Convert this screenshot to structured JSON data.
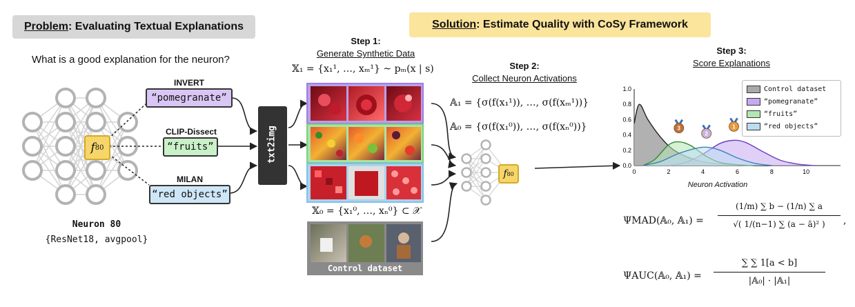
{
  "problem": {
    "label": "Problem",
    "text": ": Evaluating Textual Explanations"
  },
  "solution": {
    "label": "Solution",
    "text": ": Estimate Quality with CoSy Framework"
  },
  "question": "What is a good explanation for the neuron?",
  "neuron": {
    "symbol": "f",
    "subscript": "80",
    "name": "Neuron 80",
    "model": "{ResNet18, avgpool}"
  },
  "explanations": [
    {
      "method": "INVERT",
      "text": "“pomegranate”",
      "color": "#d9c6f5"
    },
    {
      "method": "CLIP-Dissect",
      "text": "“fruits”",
      "color": "#c9f0c9"
    },
    {
      "method": "MILAN",
      "text": "“red objects”",
      "color": "#cfe6f7"
    }
  ],
  "txt2img_label": "txt2img",
  "step1": {
    "title": "Step 1:",
    "subtitle": "Generate Synthetic Data",
    "formula": "𝕏₁ = {x₁¹, …, xₘ¹} ~ pₘ(x | s)",
    "formula_control": "𝕏₀ = {x₁⁰, …, xₙ⁰} ⊂ 𝒳",
    "control_label": "Control dataset"
  },
  "step2": {
    "title": "Step 2:",
    "subtitle": "Collect Neuron Activations",
    "formula_a1": "𝔸₁ = {σ(f(x₁¹)), …, σ(f(xₘ¹))}",
    "formula_a0": "𝔸₀ = {σ(f(x₁⁰)), …, σ(f(xₙ⁰))}"
  },
  "step3": {
    "title": "Step 3:",
    "subtitle": "Score Explanations",
    "psi_mad_lhs": "ΨMAD(𝔸₀, 𝔸₁) =",
    "psi_mad_num": "(1/m) ∑ b − (1/n) ∑ a",
    "psi_mad_den": "√( 1/(n−1) ∑ (a − ā)² )",
    "psi_auc_lhs": "ΨAUC(𝔸₀, 𝔸₁) =",
    "psi_auc_num": "∑ ∑ 1[a < b]",
    "psi_auc_den": "|𝔸₀| · |𝔸₁|"
  },
  "chart_data": {
    "type": "area",
    "xlabel": "Neuron Activation",
    "ylabel": "",
    "xlim": [
      0,
      12
    ],
    "ylim": [
      0,
      1.0
    ],
    "xticks": [
      0,
      2,
      4,
      6,
      8,
      10
    ],
    "yticks": [
      0.0,
      0.2,
      0.4,
      0.6,
      0.8,
      1.0
    ],
    "series": [
      {
        "name": "Control dataset",
        "color": "#a9a9a9",
        "x": [
          0,
          0.3,
          0.8,
          1.5,
          2.2,
          3,
          4,
          5,
          6,
          7,
          8
        ],
        "y": [
          0.55,
          0.8,
          0.6,
          0.38,
          0.22,
          0.12,
          0.05,
          0.02,
          0.01,
          0.0,
          0.0
        ]
      },
      {
        "name": "“pomegranate”",
        "color": "#c6a9f2",
        "x": [
          2,
          3,
          4,
          5,
          5.8,
          6.5,
          7.5,
          8.5,
          9.5,
          10.5
        ],
        "y": [
          0.0,
          0.04,
          0.15,
          0.29,
          0.33,
          0.3,
          0.18,
          0.07,
          0.02,
          0.0
        ]
      },
      {
        "name": "“fruits”",
        "color": "#b4e6b4",
        "x": [
          0.5,
          1.2,
          2,
          2.6,
          3.3,
          4.2,
          5,
          6,
          7
        ],
        "y": [
          0.0,
          0.08,
          0.27,
          0.31,
          0.26,
          0.12,
          0.04,
          0.01,
          0.0
        ]
      },
      {
        "name": "“red objects”",
        "color": "#bcdcf2",
        "x": [
          0.5,
          1.5,
          2.5,
          3.5,
          4.2,
          5,
          6,
          7,
          8
        ],
        "y": [
          0.0,
          0.05,
          0.15,
          0.22,
          0.24,
          0.2,
          0.1,
          0.03,
          0.0
        ]
      }
    ],
    "medals": [
      {
        "rank": "1",
        "x": 5.8,
        "color": "#e89a3c"
      },
      {
        "rank": "2",
        "x": 4.2,
        "color": "#c4b4e0"
      },
      {
        "rank": "3",
        "x": 2.6,
        "color": "#c0703a"
      }
    ]
  }
}
